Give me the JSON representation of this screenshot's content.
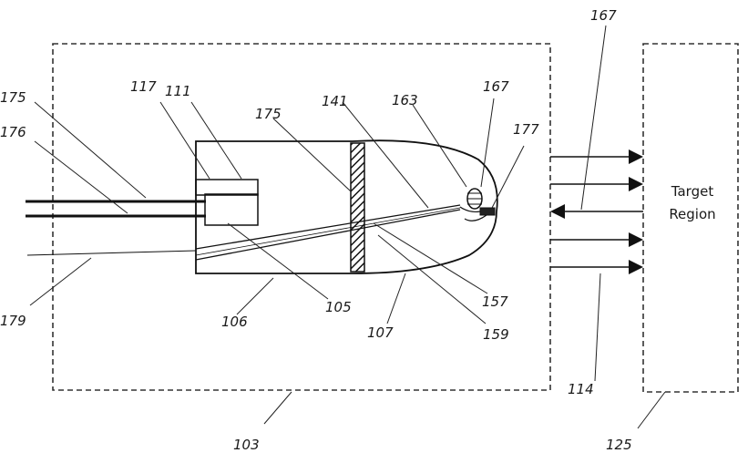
{
  "labels": {
    "l175a": "175",
    "l176": "176",
    "l179": "179",
    "l117": "117",
    "l111": "111",
    "l175b": "175",
    "l141": "141",
    "l163": "163",
    "l167a": "167",
    "l177": "177",
    "l167b": "167",
    "l106": "106",
    "l105": "105",
    "l107": "107",
    "l157": "157",
    "l159": "159",
    "l114": "114",
    "l103": "103",
    "l125": "125"
  },
  "target": {
    "line1": "Target",
    "line2": "Region"
  }
}
